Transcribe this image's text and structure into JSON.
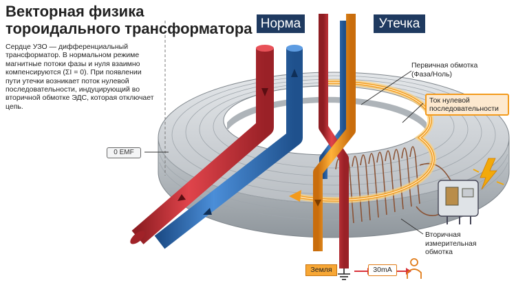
{
  "title": "Векторная физика тороидального трансформатора",
  "description": "Сердце УЗО — дифференциальный трансформатор. В нормальном режиме магнитные потоки фазы и нуля взаимно компенсируются (ΣI = 0). При появлении пути утечки возникает поток нулевой последовательности, индуцирующий во вторичной обмотке ЭДС, которая отключает цепь.",
  "headers": {
    "normal": "Норма",
    "leak": "Утечка"
  },
  "labels": {
    "zero_emf": "0 EMF",
    "primary_winding": "Первичная обмотка (Фаза/Ноль)",
    "zero_seq_current": "Ток нулевой последовательности",
    "secondary_winding": "Вторичная измерительная обмотка",
    "ground": "Земля",
    "current_30ma": "30mA"
  },
  "colors": {
    "phase": "#d9323a",
    "neutral": "#2f74c0",
    "leak": "#f39a1b",
    "header_bg": "#1f3a60",
    "core": "#bfc4c8",
    "winding": "#8a5234"
  },
  "icons": [
    "lightning-icon",
    "relay-icon",
    "ground-icon",
    "person-icon"
  ]
}
